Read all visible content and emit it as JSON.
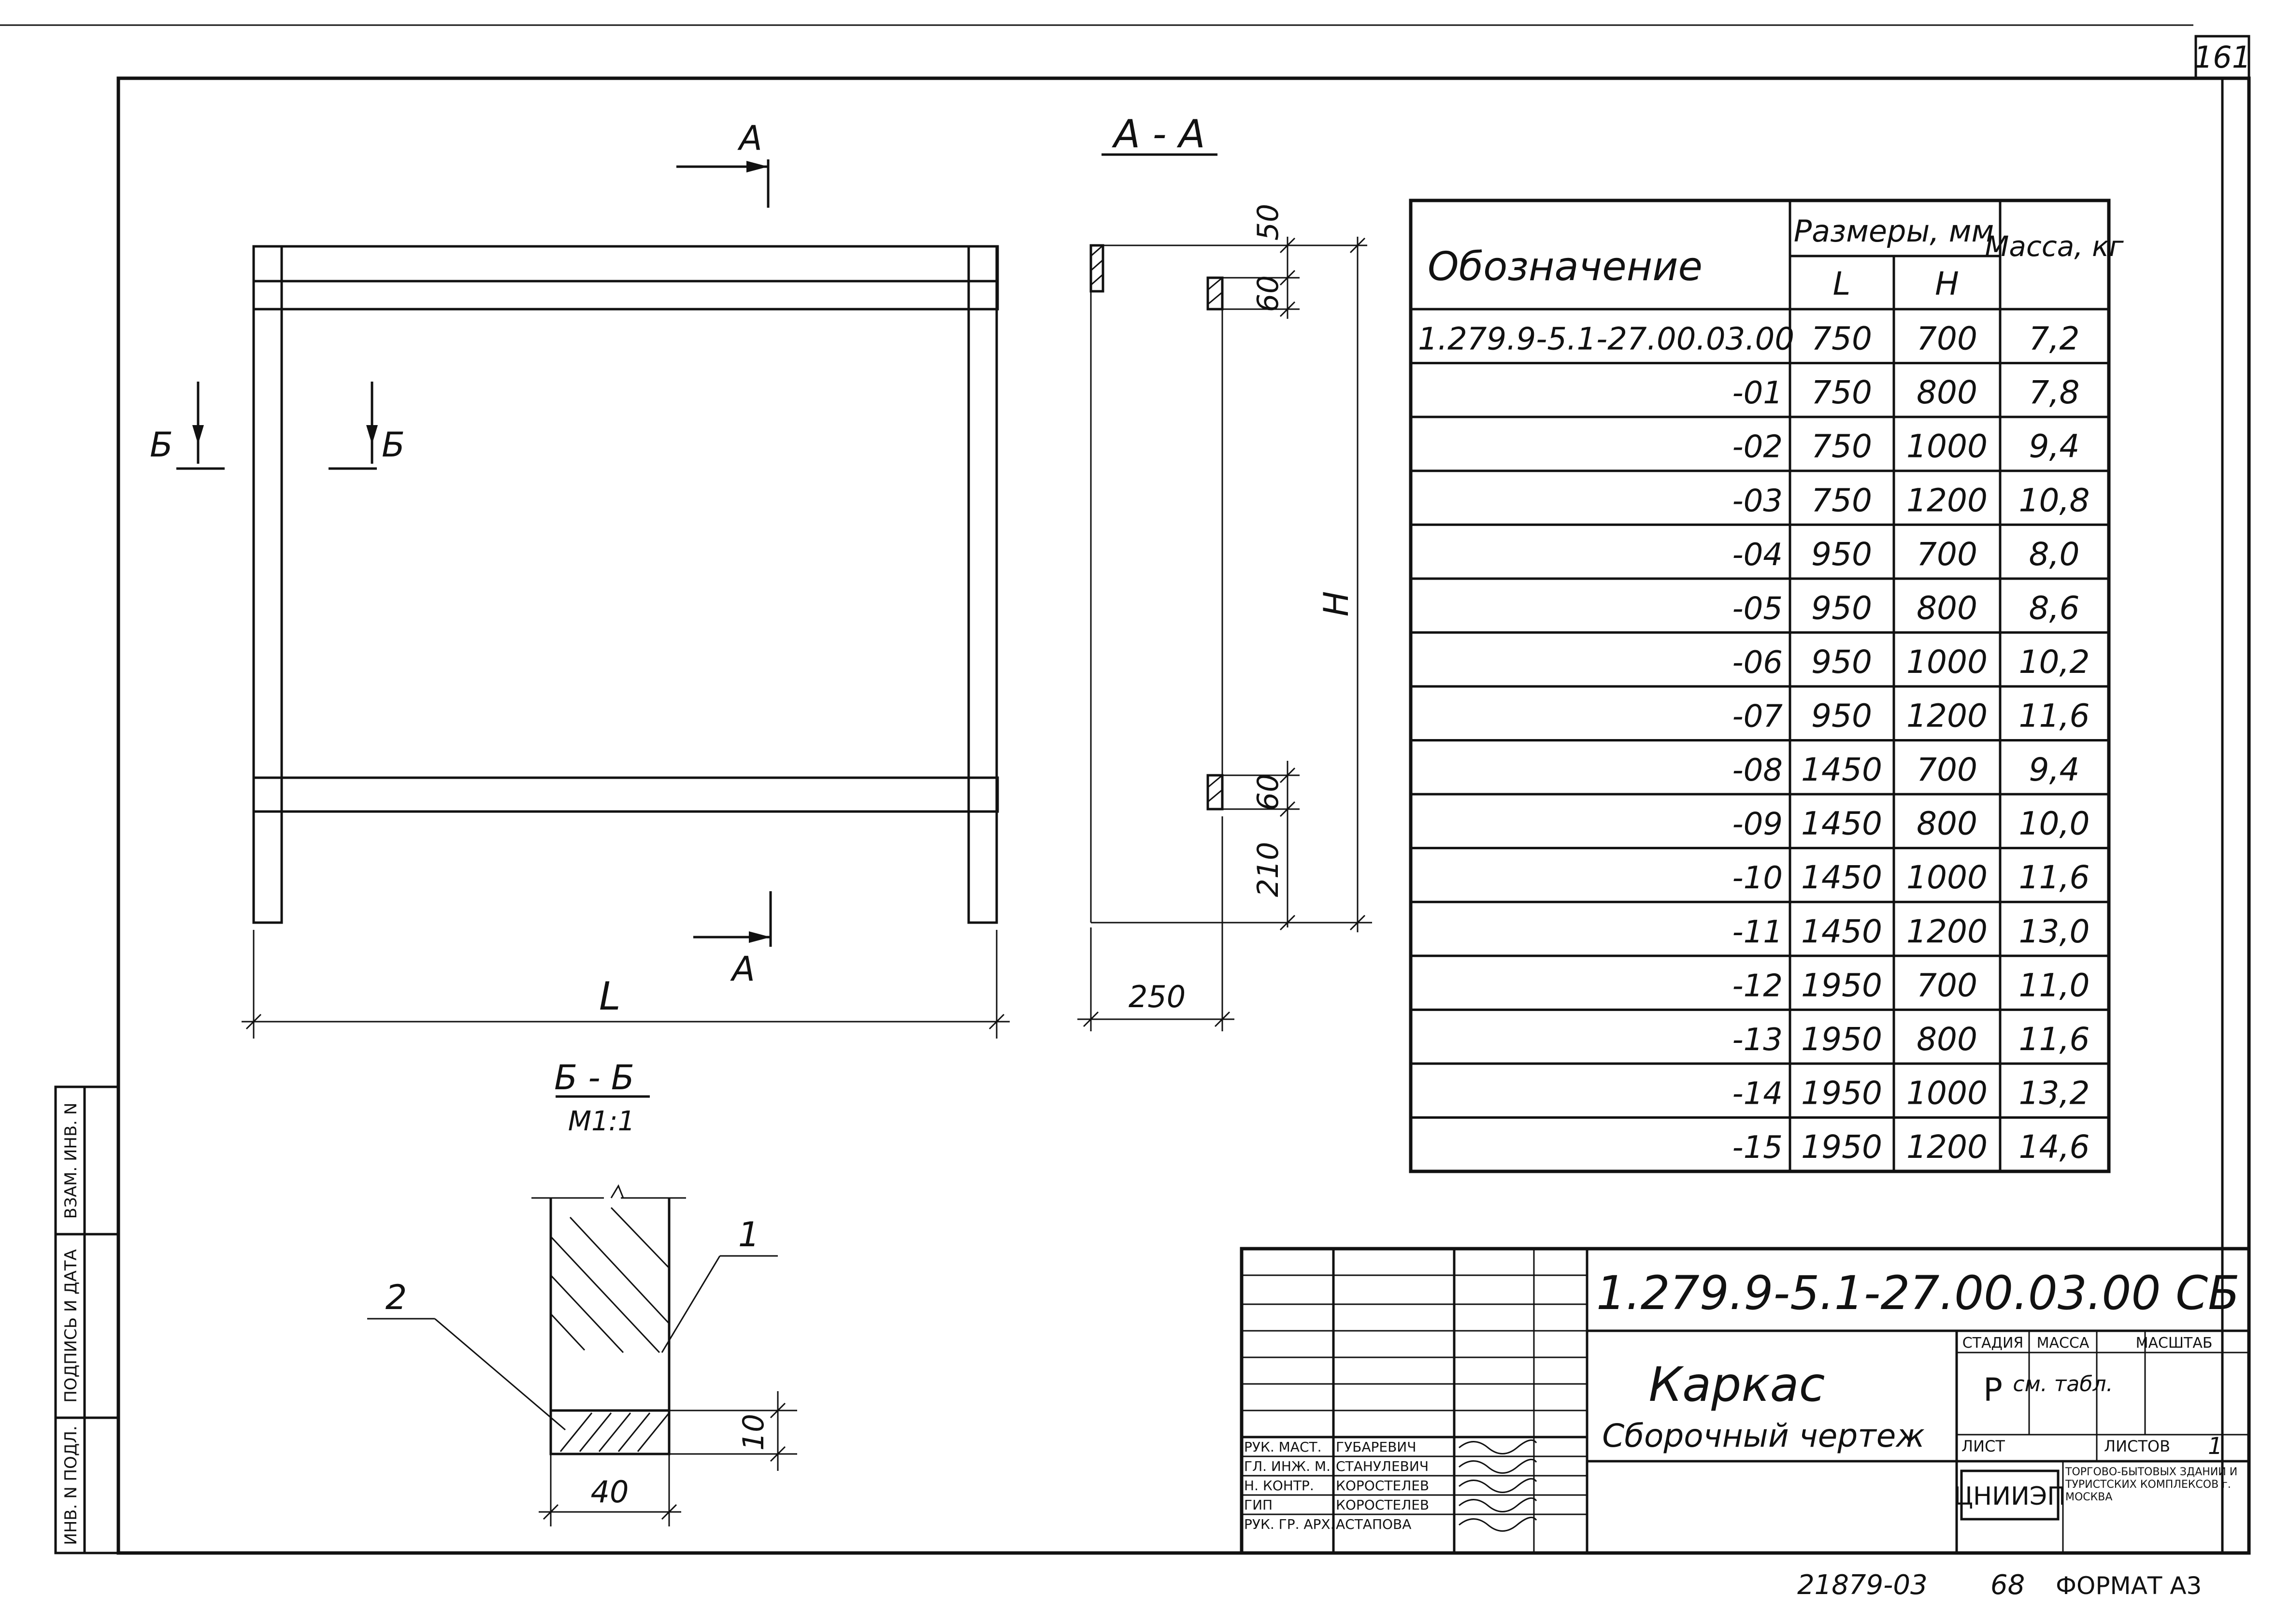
{
  "sheet_number": "161",
  "section_aa": {
    "title": "А - А",
    "dim_top": "50",
    "dim_upper": "60",
    "dim_lower": "60",
    "dim_bottom": "210",
    "dim_height": "H",
    "dim_width": "250"
  },
  "main_view": {
    "cut_a_label": "А",
    "cut_b_label": "Б",
    "dim_length": "L"
  },
  "section_bb": {
    "title": "Б - Б",
    "scale": "М1:1",
    "dim_width": "40",
    "dim_height": "10",
    "callout_1": "1",
    "callout_2": "2"
  },
  "table": {
    "headers": {
      "designation": "Обозначение",
      "dimensions": "Размеры, мм",
      "mass": "Масса, кг",
      "L": "L",
      "H": "H"
    },
    "rows": [
      {
        "code": "1.279.9-5.1-27.00.03.00",
        "L": "750",
        "H": "700",
        "mass": "7,2"
      },
      {
        "code": "-01",
        "L": "750",
        "H": "800",
        "mass": "7,8"
      },
      {
        "code": "-02",
        "L": "750",
        "H": "1000",
        "mass": "9,4"
      },
      {
        "code": "-03",
        "L": "750",
        "H": "1200",
        "mass": "10,8"
      },
      {
        "code": "-04",
        "L": "950",
        "H": "700",
        "mass": "8,0"
      },
      {
        "code": "-05",
        "L": "950",
        "H": "800",
        "mass": "8,6"
      },
      {
        "code": "-06",
        "L": "950",
        "H": "1000",
        "mass": "10,2"
      },
      {
        "code": "-07",
        "L": "950",
        "H": "1200",
        "mass": "11,6"
      },
      {
        "code": "-08",
        "L": "1450",
        "H": "700",
        "mass": "9,4"
      },
      {
        "code": "-09",
        "L": "1450",
        "H": "800",
        "mass": "10,0"
      },
      {
        "code": "-10",
        "L": "1450",
        "H": "1000",
        "mass": "11,6"
      },
      {
        "code": "-11",
        "L": "1450",
        "H": "1200",
        "mass": "13,0"
      },
      {
        "code": "-12",
        "L": "1950",
        "H": "700",
        "mass": "11,0"
      },
      {
        "code": "-13",
        "L": "1950",
        "H": "800",
        "mass": "11,6"
      },
      {
        "code": "-14",
        "L": "1950",
        "H": "1000",
        "mass": "13,2"
      },
      {
        "code": "-15",
        "L": "1950",
        "H": "1200",
        "mass": "14,6"
      }
    ]
  },
  "title_block": {
    "document_code": "1.279.9-5.1-27.00.03.00 СБ",
    "title": "Каркас",
    "subtitle": "Сборочный чертеж",
    "stage_label": "СТАДИЯ",
    "mass_label": "МАССА",
    "scale_label": "МАСШТАБ",
    "stage_value": "Р",
    "mass_value": "см. табл.",
    "sheet_label": "ЛИСТ",
    "sheets_label": "ЛИСТОВ",
    "sheets_value": "1",
    "org_logo": "ЦНИИЭП",
    "org_name": "ТОРГОВО-БЫТОВЫХ ЗДАНИЙ И ТУРИСТСКИХ КОМПЛЕКСОВ г. МОСКВА",
    "roles": [
      {
        "role": "РУК. МАСТ.",
        "name": "ГУБАРЕВИЧ"
      },
      {
        "role": "ГЛ. ИНЖ. М.",
        "name": "СТАНУЛЕВИЧ"
      },
      {
        "role": "Н. КОНТР.",
        "name": "КОРОСТЕЛЕВ"
      },
      {
        "role": "ГИП",
        "name": "КОРОСТЕЛЕВ"
      },
      {
        "role": "РУК. ГР. АРХ.",
        "name": "АСТАПОВА"
      }
    ]
  },
  "side_stamp": {
    "inv_orig": "ИНВ. N ПОДЛ.",
    "sign_date": "ПОДПИСЬ И ДАТА",
    "inv_replace": "ВЗАМ. ИНВ. N"
  },
  "bottom": {
    "archive_number": "21879-03",
    "page": "68",
    "format": "ФОРМАТ А3"
  }
}
